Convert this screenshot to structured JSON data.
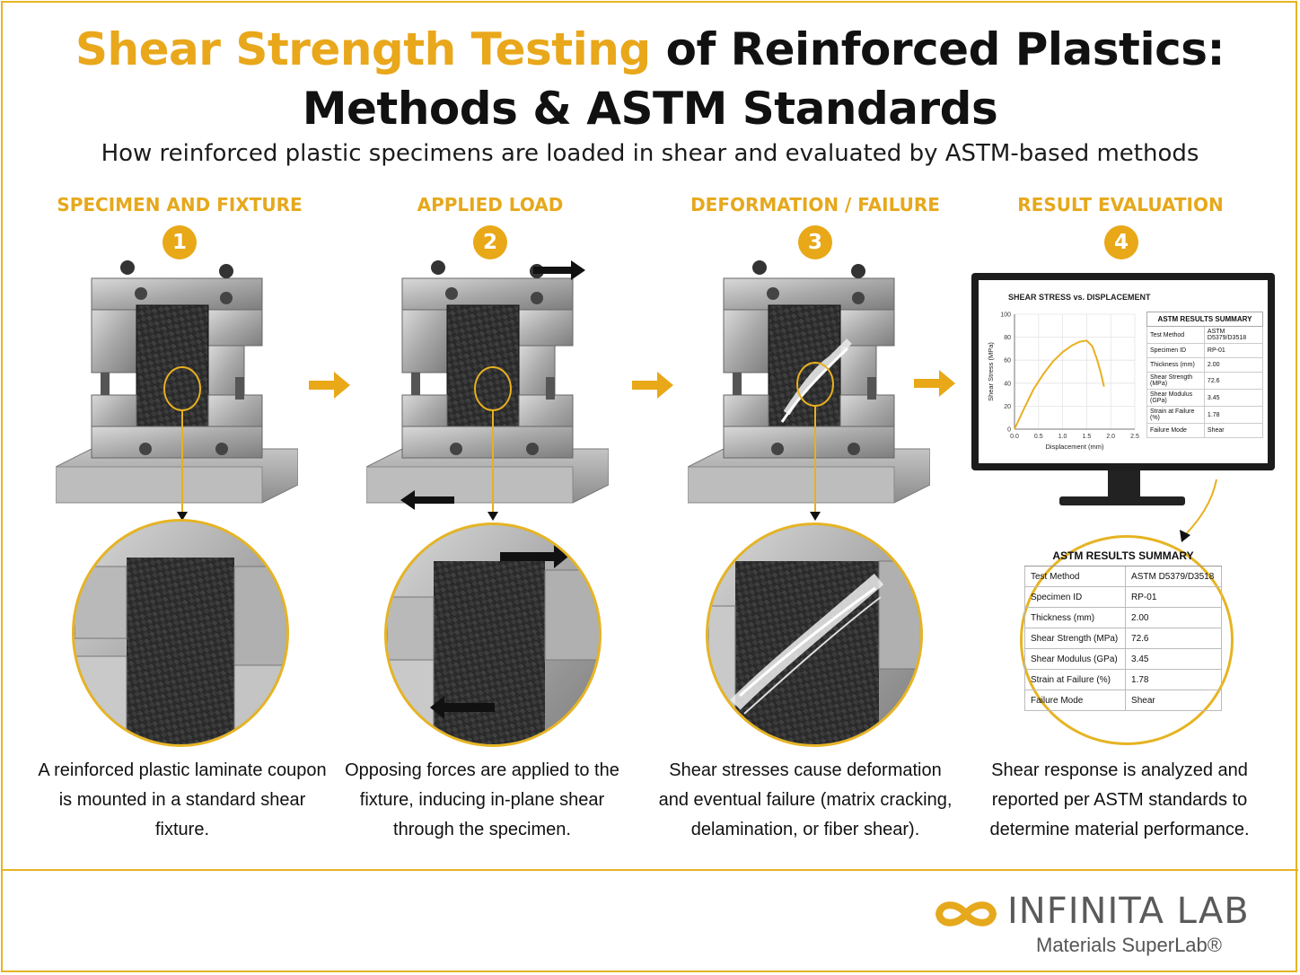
{
  "header": {
    "title_accent": "Shear Strength Testing",
    "title_rest_line1": " of Reinforced Plastics:",
    "title_line2": "Methods & ASTM Standards",
    "subtitle": "How reinforced plastic specimens are loaded in shear and evaluated by ASTM-based methods"
  },
  "steps": [
    {
      "number": "1",
      "title": "SPECIMEN AND FIXTURE",
      "caption": "A reinforced plastic laminate coupon is mounted in a standard shear fixture."
    },
    {
      "number": "2",
      "title": "APPLIED LOAD",
      "caption": "Opposing forces are applied to the fixture, inducing in-plane shear through the specimen."
    },
    {
      "number": "3",
      "title": "DEFORMATION / FAILURE",
      "caption": "Shear stresses cause deformation and eventual failure (matrix cracking, delamination, or fiber shear)."
    },
    {
      "number": "4",
      "title": "RESULT EVALUATION",
      "caption": "Shear response is analyzed and reported per ASTM standards to determine material performance."
    }
  ],
  "chart_data": {
    "type": "line",
    "title": "SHEAR STRESS vs. DISPLACEMENT",
    "xlabel": "Displacement (mm)",
    "ylabel": "Shear Stress (MPa)",
    "xlim": [
      0,
      2.5
    ],
    "ylim": [
      0,
      100
    ],
    "xticks": [
      "0.0",
      "0.5",
      "1.0",
      "1.5",
      "2.0",
      "2.5"
    ],
    "yticks": [
      "0",
      "20",
      "40",
      "60",
      "80",
      "100"
    ],
    "grid": true,
    "series": [
      {
        "x": [
          0,
          0.2,
          0.4,
          0.6,
          0.8,
          1.0,
          1.2,
          1.35,
          1.5,
          1.62,
          1.72,
          1.8,
          1.86
        ],
        "y": [
          0,
          18,
          35,
          48,
          59,
          67,
          73,
          76,
          77,
          72,
          60,
          48,
          37
        ]
      }
    ],
    "color": "#e8b020"
  },
  "results": {
    "title": "ASTM RESULTS SUMMARY",
    "rows": [
      {
        "label": "Test Method",
        "value": "ASTM D5379/D3518"
      },
      {
        "label": "Specimen ID",
        "value": "RP-01"
      },
      {
        "label": "Thickness (mm)",
        "value": "2.00"
      },
      {
        "label": "Shear Strength (MPa)",
        "value": "72.6"
      },
      {
        "label": "Shear Modulus (GPa)",
        "value": "3.45"
      },
      {
        "label": "Strain at Failure (%)",
        "value": "1.78"
      },
      {
        "label": "Failure Mode",
        "value": "Shear"
      }
    ],
    "zoom_rows": [
      {
        "label": "Test Method",
        "value": "ASTM D5379/D3518"
      },
      {
        "label": "Specimen ID",
        "value": "RP-01"
      },
      {
        "label": "Thickness (mm)",
        "value": "2.00"
      },
      {
        "label": "Shear Strength (MPa)",
        "value": "72.6"
      },
      {
        "label": "Shear Modulus (GPa)",
        "value": "3.45"
      },
      {
        "label": "Strain at Failure (%)",
        "value": "1.78"
      },
      {
        "label": "Failure Mode",
        "value": "Shear"
      }
    ]
  },
  "brand": {
    "name": "INFINITA LAB",
    "tagline": "Materials SuperLab®",
    "accent": "#e6a81c"
  }
}
